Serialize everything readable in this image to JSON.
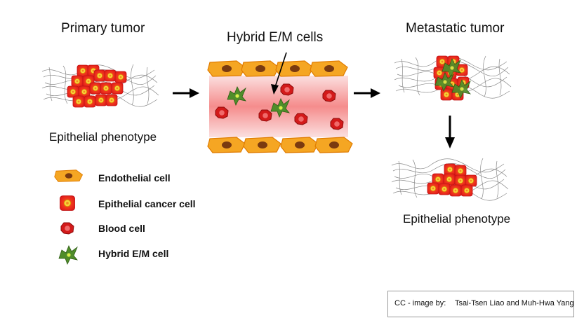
{
  "panels": {
    "primary_title": "Primary tumor",
    "hybrid_title": "Hybrid E/M cells",
    "metastatic_title": "Metastatic tumor",
    "primary_phenotype": "Epithelial phenotype",
    "metastatic_phenotype": "Epithelial phenotype"
  },
  "legend": [
    {
      "label": "Endothelial cell",
      "icon": "endothelial-cell-icon"
    },
    {
      "label": "Epithelial cancer cell",
      "icon": "epithelial-cancer-cell-icon"
    },
    {
      "label": "Blood cell",
      "icon": "blood-cell-icon"
    },
    {
      "label": "Hybrid E/M cell",
      "icon": "hybrid-em-cell-icon"
    }
  ],
  "credit": {
    "prefix": "CC - image by:",
    "authors": "Tsai-Tsen Liao and Muh-Hwa Yang"
  },
  "colors": {
    "endothelial_fill": "#f5a623",
    "endothelial_edge": "#e07b00",
    "nucleus": "#7a3a10",
    "cancer_cell": "#ee2a1f",
    "cancer_nucleus": "#f7d23a",
    "blood_cell": "#d31a1a",
    "hybrid_cell": "#5c9a2e",
    "vessel_inner": "#f7a5a5",
    "fiber": "#8a8a8a",
    "arrow": "#000000"
  }
}
